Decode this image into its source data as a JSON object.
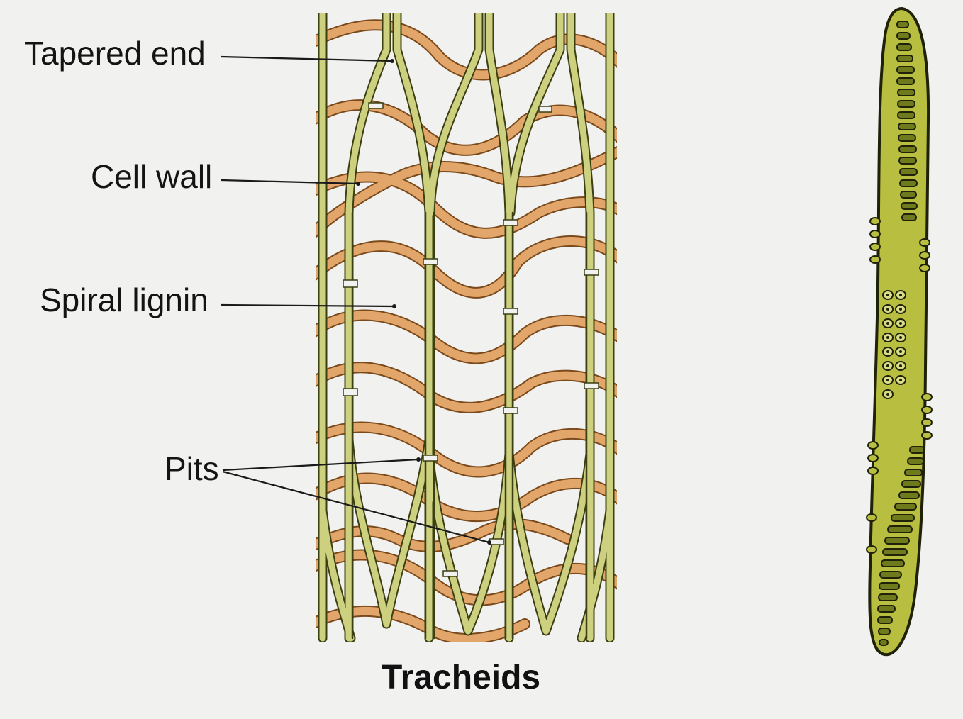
{
  "diagram": {
    "title": "Tracheids",
    "labels": {
      "tapered_end": "Tapered end",
      "cell_wall": "Cell wall",
      "spiral_lignin": "Spiral lignin",
      "pits": "Pits"
    },
    "colors": {
      "background": "#f1f1ef",
      "cell_wall": "#cdd17f",
      "cell_wall_outline": "#3b3f12",
      "lignin": "#e3a66a",
      "lignin_outline": "#7a4a1c",
      "single_tracheid": "#b8be3f",
      "pit": "#6f7a1d"
    }
  }
}
